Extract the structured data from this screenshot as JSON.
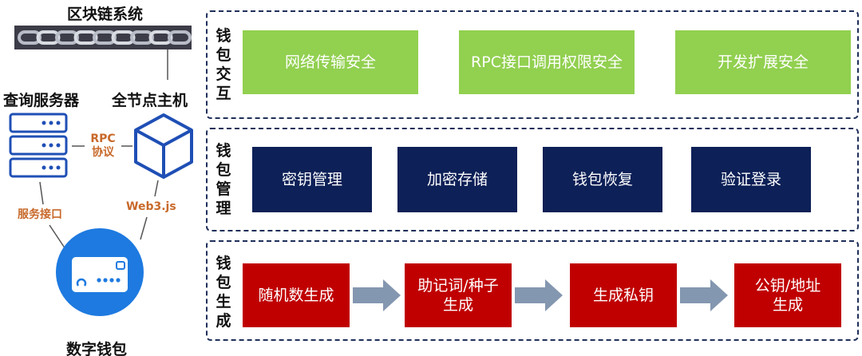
{
  "left": {
    "blockchain_label": "区块链系统",
    "query_server_label": "查询服务器",
    "full_node_label": "全节点主机",
    "rpc_label_line1": "RPC",
    "rpc_label_line2": "协议",
    "service_interface_label": "服务接口",
    "web3_label": "Web3.js",
    "wallet_label": "数字钱包"
  },
  "panels": [
    {
      "label": [
        "钱",
        "包",
        "交",
        "互"
      ],
      "items": [
        "网络传输安全",
        "RPC接口调用权限安全",
        "开发扩展安全"
      ],
      "color": "#92d050"
    },
    {
      "label": [
        "钱",
        "包",
        "管",
        "理"
      ],
      "items": [
        "密钥管理",
        "加密存储",
        "钱包恢复",
        "验证登录"
      ],
      "color": "#0d2057"
    },
    {
      "label": [
        "钱",
        "包",
        "生",
        "成"
      ],
      "items": [
        "随机数生成",
        "助记词/种子\n生成",
        "生成私钥",
        "公钥/地址\n生成"
      ],
      "color": "#c00000"
    }
  ],
  "colors": {
    "accent_orange": "#c8692a",
    "icon_blue": "#1f4fb5",
    "wallet_blue": "#1e7ae0",
    "arrow_gray": "#8497b0",
    "panel_border": "#1f2f5a"
  },
  "icons": {
    "chain": "chain-icon",
    "server": "server-icon",
    "node": "cube-icon",
    "wallet": "wallet-icon"
  }
}
